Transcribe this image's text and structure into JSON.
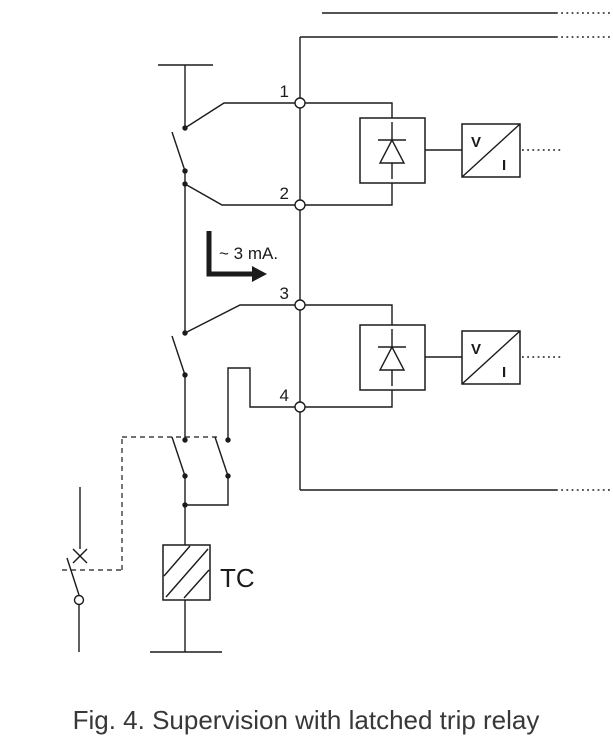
{
  "figure": {
    "caption": "Fig. 4. Supervision with latched trip relay"
  },
  "diagram": {
    "terminals": [
      {
        "label": "1"
      },
      {
        "label": "2"
      },
      {
        "label": "3"
      },
      {
        "label": "4"
      }
    ],
    "current_annotation": "~ 3 mA.",
    "trip_coil": {
      "label": "TC"
    },
    "meter": {
      "voltage": "V",
      "current": "I"
    },
    "colors": {
      "line": "#1b1b1b",
      "caption_text": "#383838"
    }
  }
}
